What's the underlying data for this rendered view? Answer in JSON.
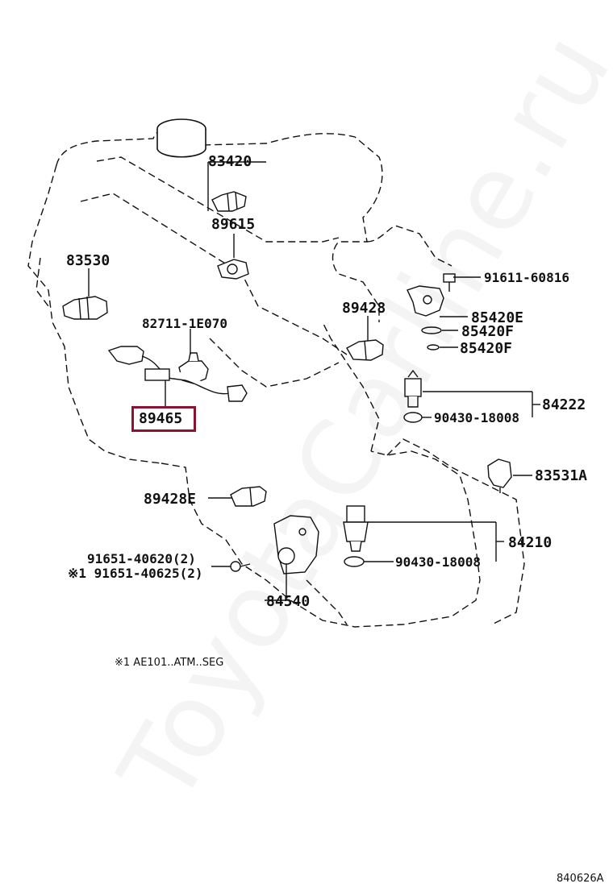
{
  "watermark": "ToyotaCarline.ru",
  "highlight_color": "#8b1230",
  "parts": {
    "p83420": "83420",
    "p89615": "89615",
    "p83530": "83530",
    "p91611": "91611-60816",
    "p89428": "89428",
    "p85420e": "85420E",
    "p85420f_1": "85420F",
    "p85420f_2": "85420F",
    "p82711": "82711-1E070",
    "p89465": "89465",
    "p84222": "84222",
    "p90430_a": "90430-18008",
    "p83531a": "83531A",
    "p89428e": "89428E",
    "p84210": "84210",
    "p91651_a": "91651-40620(2)",
    "p91651_b": "※1 91651-40625(2)",
    "p90430_b": "90430-18008",
    "p84540": "84540"
  },
  "footnote": "※1 AE101..ATM..SEG",
  "sheet_id": "840626A"
}
